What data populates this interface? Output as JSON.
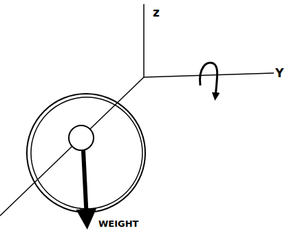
{
  "diagram": {
    "labels": [
      "z",
      "Y",
      "WEIGHT"
    ]
  }
}
